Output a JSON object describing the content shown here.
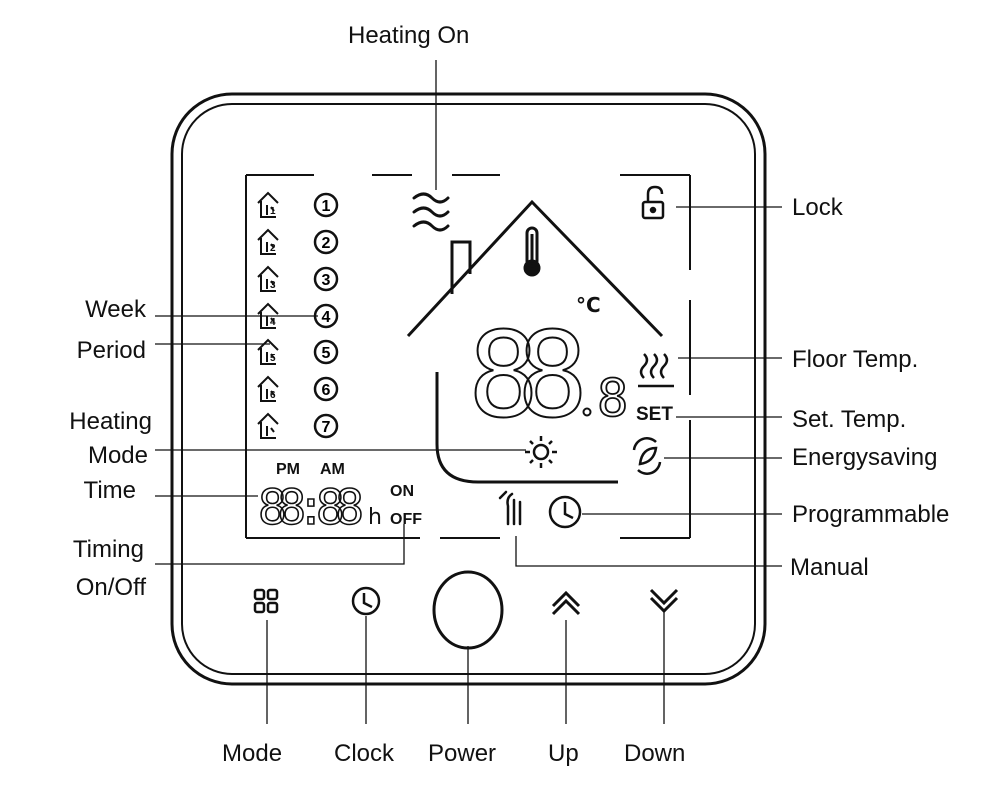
{
  "labels": {
    "heating_on": "Heating On",
    "lock": "Lock",
    "week": "Week",
    "period": "Period",
    "floor_temp": "Floor Temp.",
    "set_temp": "Set. Temp.",
    "heating": "Heating",
    "mode_l": "Mode",
    "energysaving": "Energysaving",
    "time": "Time",
    "programmable": "Programmable",
    "timing": "Timing",
    "on_off": "On/Off",
    "manual": "Manual",
    "mode_btn": "Mode",
    "clock_btn": "Clock",
    "power_btn": "Power",
    "up_btn": "Up",
    "down_btn": "Down"
  },
  "display": {
    "degree": "°C",
    "set": "SET",
    "pm": "PM",
    "am": "AM",
    "on": "ON",
    "off": "OFF",
    "h": "h",
    "time_digits": "88:88",
    "temp_digits": "88",
    "days": [
      "1",
      "2",
      "3",
      "4",
      "5",
      "6",
      "7"
    ],
    "period_numbers": [
      "1",
      "2",
      "3",
      "4",
      "5",
      "6"
    ]
  },
  "icons": {
    "lock": "unlocked-padlock-icon",
    "heating_on": "heat-waves-icon",
    "floor_temp": "floor-heating-icon",
    "thermometer": "thermometer-icon",
    "sun": "sun-icon",
    "eco": "leaf-energysaving-icon",
    "manual": "hand-icon",
    "programmable": "clock-icon",
    "mode_btn": "grid-icon",
    "clock_btn": "clock-icon",
    "power_btn": "power-circle-icon",
    "up_btn": "chevron-up-icon",
    "down_btn": "chevron-down-icon"
  },
  "colors": {
    "line": "#111111",
    "background": "#ffffff"
  }
}
